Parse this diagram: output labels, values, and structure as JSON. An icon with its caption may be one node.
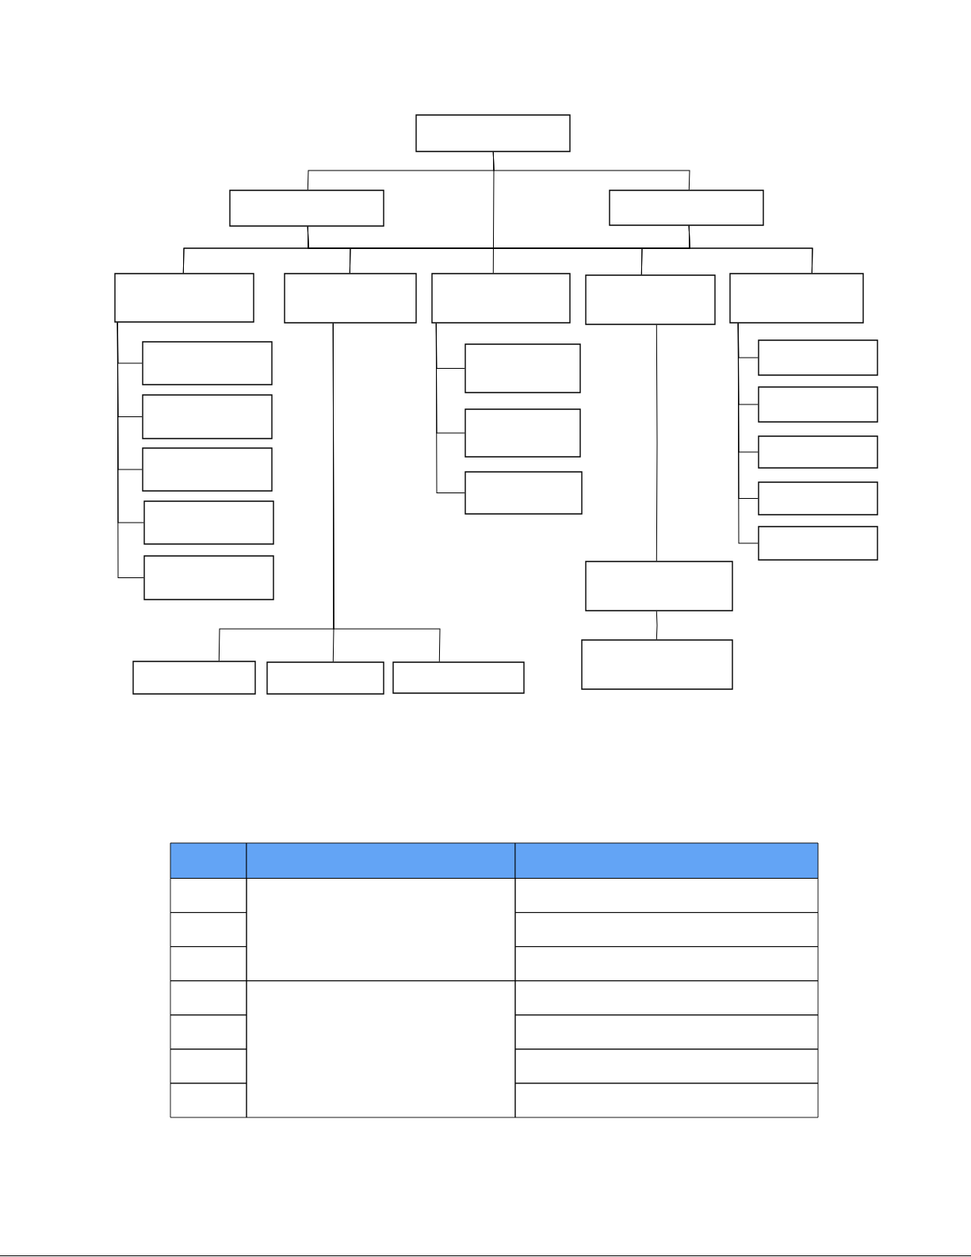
{
  "diagram": {
    "nodes": [
      {
        "text": [],
        "shape": "box"
      },
      {
        "text": [],
        "shape": "box"
      },
      {
        "text": [],
        "shape": "box"
      },
      {
        "text": [],
        "shape": "box"
      },
      {
        "text": [],
        "shape": "box"
      },
      {
        "text": [],
        "shape": "box"
      },
      {
        "text": [],
        "shape": "box"
      },
      {
        "text": [],
        "shape": "box"
      },
      {
        "text": [],
        "shape": "box"
      },
      {
        "text": [],
        "shape": "box"
      },
      {
        "text": [],
        "shape": "box"
      },
      {
        "text": [],
        "shape": "box"
      },
      {
        "text": [],
        "shape": "box"
      },
      {
        "text": [],
        "shape": "box"
      },
      {
        "text": [],
        "shape": "box"
      },
      {
        "text": [],
        "shape": "box"
      },
      {
        "text": [],
        "shape": "box"
      },
      {
        "text": [],
        "shape": "box"
      },
      {
        "text": [],
        "shape": "box"
      },
      {
        "text": [],
        "shape": "box"
      },
      {
        "text": [],
        "shape": "box"
      },
      {
        "text": [],
        "shape": "box"
      },
      {
        "text": [],
        "shape": "box"
      },
      {
        "text": [],
        "shape": "box"
      },
      {
        "text": [],
        "shape": "box"
      },
      {
        "text": [],
        "shape": "box"
      }
    ],
    "edges": [
      {
        "from": 0,
        "to": 1,
        "arrow": "none"
      },
      {
        "from": 0,
        "to": 2,
        "arrow": "none"
      },
      {
        "from": 0,
        "to": 5,
        "arrow": "none"
      },
      {
        "from": 1,
        "to": 3,
        "arrow": "none"
      },
      {
        "from": 1,
        "to": 4,
        "arrow": "none"
      },
      {
        "from": 1,
        "to": 6,
        "arrow": "none"
      },
      {
        "from": 1,
        "to": 7,
        "arrow": "none"
      },
      {
        "from": 2,
        "to": 3,
        "arrow": "none"
      },
      {
        "from": 2,
        "to": 4,
        "arrow": "none"
      },
      {
        "from": 2,
        "to": 6,
        "arrow": "none"
      },
      {
        "from": 2,
        "to": 7,
        "arrow": "none"
      },
      {
        "from": 3,
        "to": 8,
        "arrow": "none"
      },
      {
        "from": 3,
        "to": 9,
        "arrow": "none"
      },
      {
        "from": 3,
        "to": 10,
        "arrow": "none"
      },
      {
        "from": 3,
        "to": 11,
        "arrow": "none"
      },
      {
        "from": 3,
        "to": 12,
        "arrow": "none"
      },
      {
        "from": 4,
        "to": 13,
        "arrow": "none"
      },
      {
        "from": 4,
        "to": 14,
        "arrow": "none"
      },
      {
        "from": 4,
        "to": 15,
        "arrow": "none"
      },
      {
        "from": 5,
        "to": 16,
        "arrow": "none"
      },
      {
        "from": 5,
        "to": 17,
        "arrow": "none"
      },
      {
        "from": 5,
        "to": 18,
        "arrow": "none"
      },
      {
        "from": 6,
        "to": 19,
        "arrow": "none"
      },
      {
        "from": 19,
        "to": 20,
        "arrow": "none"
      },
      {
        "from": 7,
        "to": 21,
        "arrow": "none"
      },
      {
        "from": 7,
        "to": 22,
        "arrow": "none"
      },
      {
        "from": 7,
        "to": 23,
        "arrow": "none"
      },
      {
        "from": 7,
        "to": 24,
        "arrow": "none"
      },
      {
        "from": 7,
        "to": 25,
        "arrow": "none"
      }
    ]
  }
}
